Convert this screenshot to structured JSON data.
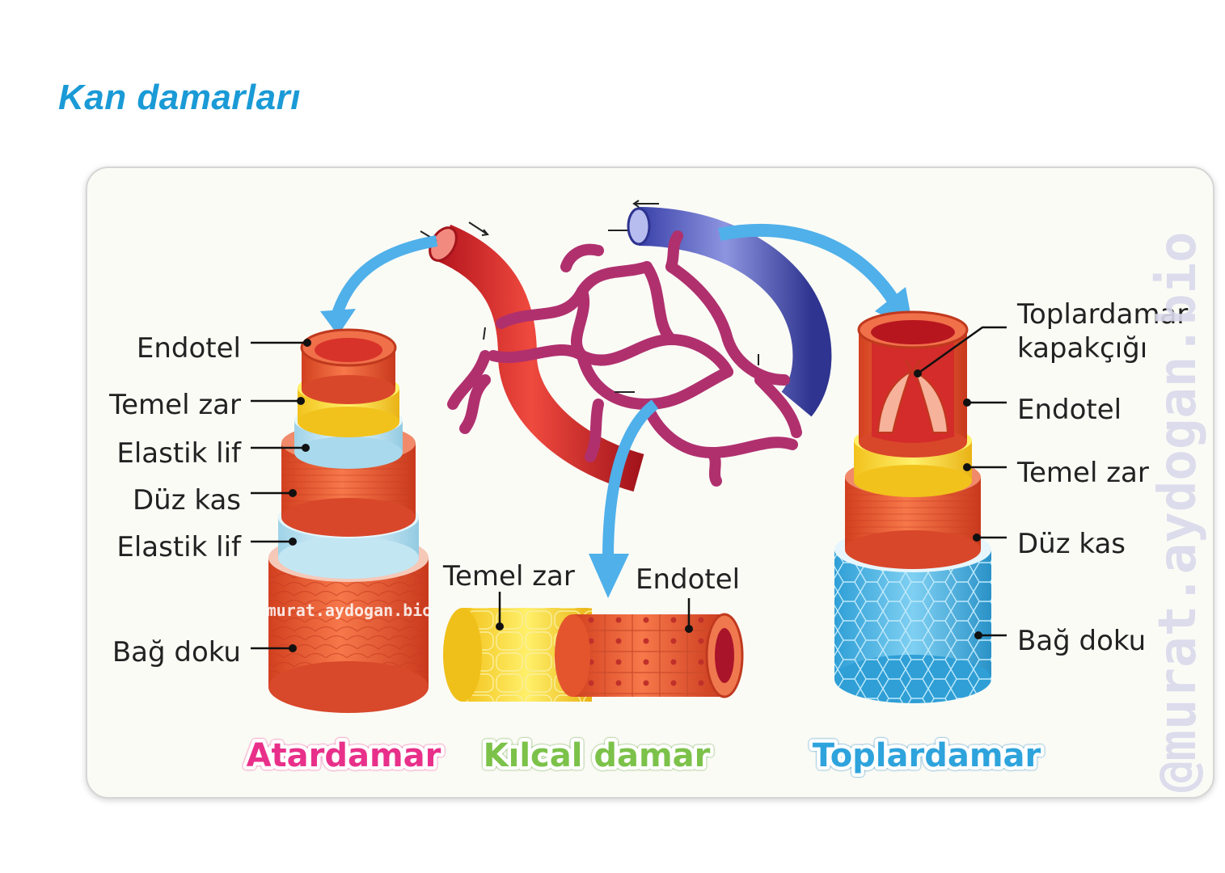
{
  "title": "Kan damarları",
  "watermark": {
    "side": "@murat.aydogan.bio",
    "inline": "murat.aydogan.bio"
  },
  "vessels": {
    "artery": {
      "name": "Atardamar",
      "color": "#e8308a",
      "layers": [
        "Endotel",
        "Temel zar",
        "Elastik lif",
        "Düz kas",
        "Elastik lif",
        "Bağ doku"
      ]
    },
    "capillary": {
      "name": "Kılcal damar",
      "color": "#7cc24a",
      "layers": [
        "Temel zar",
        "Endotel"
      ]
    },
    "vein": {
      "name": "Toplardamar",
      "color": "#2ea3dc",
      "valve_label": [
        "Toplardamar",
        "kapakçığı"
      ],
      "layers": [
        "Endotel",
        "Temel zar",
        "Düz kas",
        "Bağ doku"
      ]
    }
  },
  "colors": {
    "artery_red": "#d8262b",
    "vein_blue": "#3e45b0",
    "capillary_purple": "#b0306e",
    "arrow_blue": "#4fb0ea",
    "muscle_orange": "#e4552e",
    "basement_yellow": "#f7d531",
    "elastic_blue": "#bfe4f2",
    "connective_blue": "#48b7e6"
  }
}
